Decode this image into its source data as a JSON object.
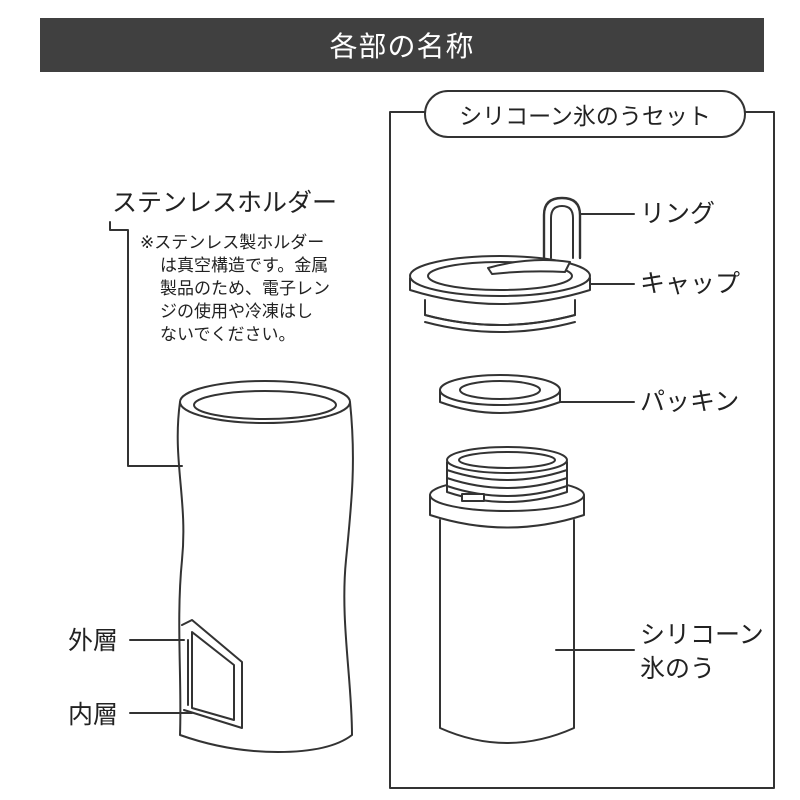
{
  "title": "各部の名称",
  "set_title": "シリコーン氷のうセット",
  "holder": {
    "label": "ステンレスホルダー",
    "note_lines": [
      "※ステンレス製ホルダー",
      "は真空構造です。金属",
      "製品のため、電子レン",
      "ジの使用や冷凍はし",
      "ないでください。"
    ],
    "outer_layer": "外層",
    "inner_layer": "内層"
  },
  "parts": {
    "ring": "リング",
    "cap": "キャップ",
    "packing": "パッキン",
    "ice_bag_line1": "シリコーン",
    "ice_bag_line2": "氷のう"
  },
  "colors": {
    "title_bg": "#404040",
    "line": "#333333"
  }
}
